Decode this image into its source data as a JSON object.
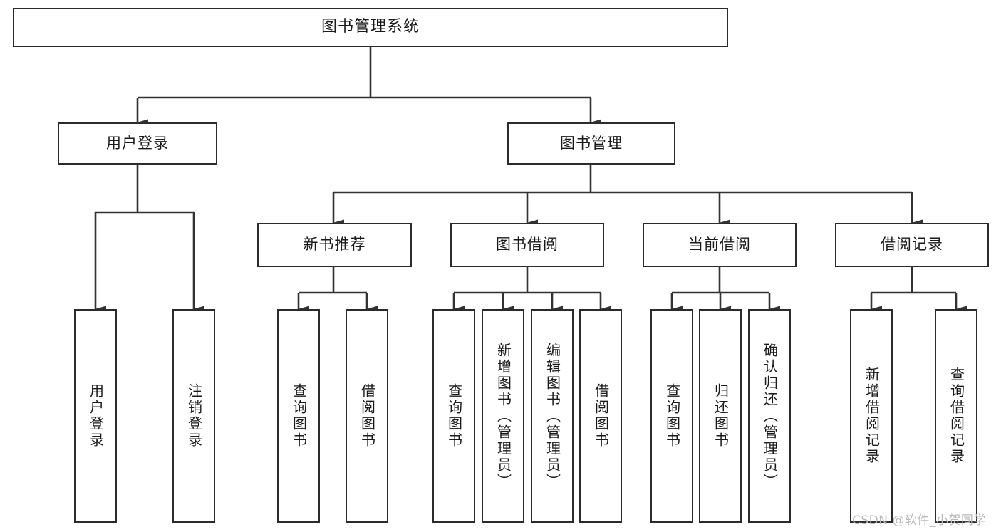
{
  "diagram": {
    "type": "tree",
    "title": "图书管理系统",
    "orientation": "top-down",
    "colors": {
      "box_border": "#2b2b2b",
      "box_fill": "#ffffff",
      "connector": "#333333",
      "text": "#1a1a1a",
      "watermark": "#b9b9b9"
    },
    "nodes": {
      "root": {
        "label": "图书管理系统"
      },
      "level1": [
        {
          "label": "用户登录"
        },
        {
          "label": "图书管理"
        }
      ],
      "level2": [
        {
          "label": "新书推荐"
        },
        {
          "label": "图书借阅"
        },
        {
          "label": "当前借阅"
        },
        {
          "label": "借阅记录"
        }
      ],
      "leaves": {
        "user_login": [
          {
            "label": "用户登录"
          },
          {
            "label": "注销登录"
          }
        ],
        "new_book_recommend": [
          {
            "label": "查询图书"
          },
          {
            "label": "借阅图书"
          }
        ],
        "book_borrow": [
          {
            "label": "查询图书"
          },
          {
            "label": "新增图书（管理员）"
          },
          {
            "label": "编辑图书（管理员）"
          },
          {
            "label": "借阅图书"
          }
        ],
        "current_borrow": [
          {
            "label": "查询图书"
          },
          {
            "label": "归还图书"
          },
          {
            "label": "确认归还（管理员）"
          }
        ],
        "borrow_record": [
          {
            "label": "新增借阅记录"
          },
          {
            "label": "查询借阅记录"
          }
        ]
      }
    },
    "watermark": "CSDN @软件_小贺同学"
  }
}
